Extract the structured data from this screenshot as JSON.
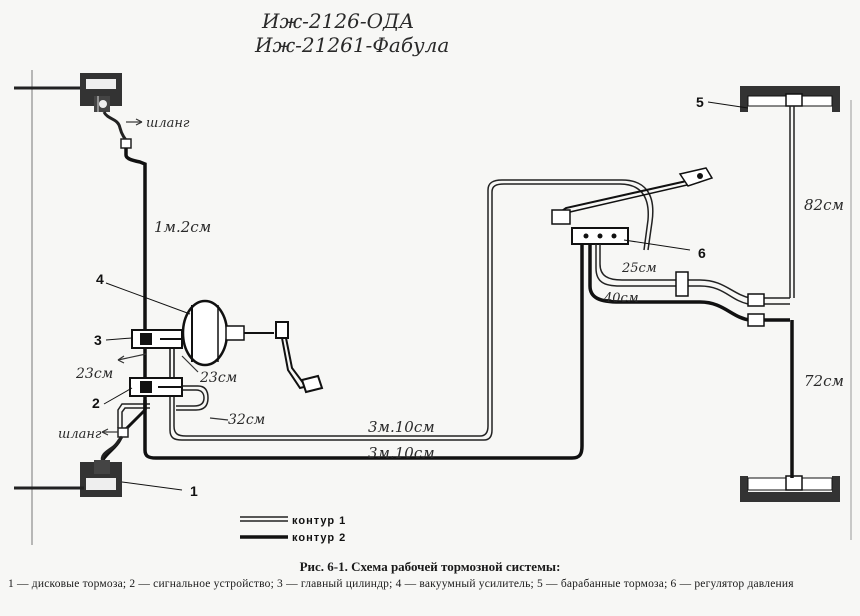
{
  "handwritten": {
    "title_line1": "Иж-2126-ОДА",
    "title_line2": "Иж-21261-Фабула",
    "hose_front_top": "шланг",
    "hose_front_bottom": "шланг",
    "pipe_top_left": "1м.2см",
    "pipe_left_23": "23см",
    "pipe_mid_23": "23см",
    "pipe_32": "32см",
    "pipe_long_upper": "3м.10см",
    "pipe_long_lower": "3м.10см",
    "pipe_25": "25см",
    "pipe_40": "40см",
    "pipe_rear_82": "82см",
    "pipe_rear_72": "72см"
  },
  "callouts": [
    "1",
    "2",
    "3",
    "4",
    "5",
    "6"
  ],
  "legend": {
    "circuit1_label": "контур 1",
    "circuit2_label": "контур 2"
  },
  "caption": {
    "title": "Рис. 6-1. Схема рабочей тормозной системы:",
    "description": "1 — дисковые тормоза; 2 — сигнальное устройство; 3 — главный цилиндр; 4 — вакуумный усилитель; 5 — барабанные тормоза; 6 — регулятор давления"
  }
}
